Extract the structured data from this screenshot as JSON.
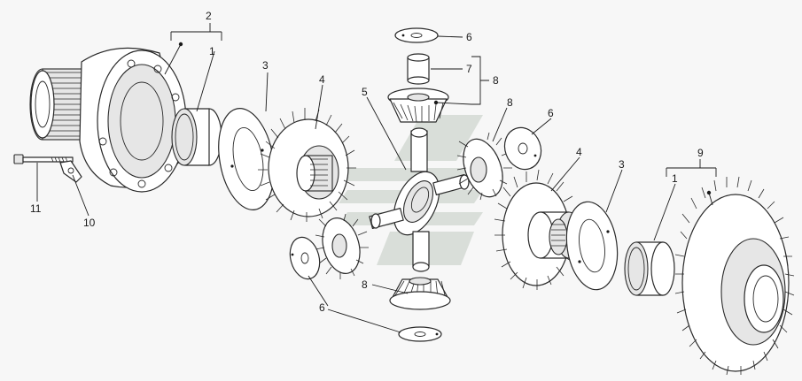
{
  "callouts": {
    "c1_left": "1",
    "c2": "2",
    "c3_left": "3",
    "c4_left": "4",
    "c5": "5",
    "c6_top": "6",
    "c7": "7",
    "c8_bracket": "8",
    "c8_right": "8",
    "c6_right": "6",
    "c4_right": "4",
    "c3_right": "3",
    "c9": "9",
    "c1_right": "1",
    "c11": "11",
    "c10": "10",
    "c8_bottom": "8",
    "c6_bottom": "6"
  },
  "colors": {
    "line": "#2a2a2a",
    "fill": "#ffffff",
    "watermark": "#d9ded9"
  }
}
